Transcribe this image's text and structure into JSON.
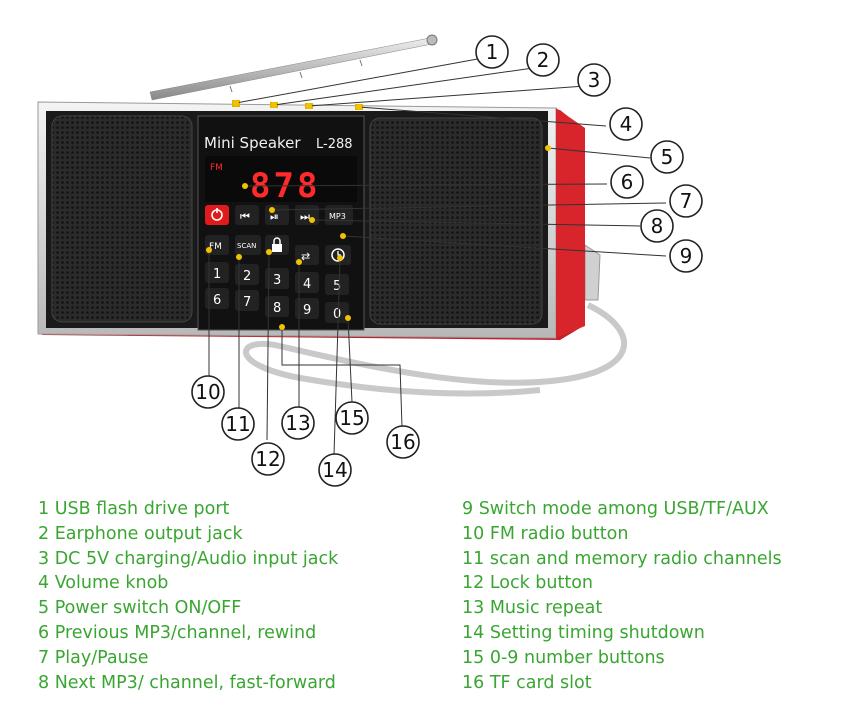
{
  "device": {
    "brand_label": "Mini Speaker",
    "model_label": "L-288",
    "mode_indicator": "FM",
    "display_digits": "878"
  },
  "buttons": {
    "fm": "FM",
    "scan": "SCAN",
    "mp3": "MP3",
    "digits": [
      "1",
      "2",
      "3",
      "4",
      "5",
      "6",
      "7",
      "8",
      "9",
      "0"
    ]
  },
  "callout_numbers": [
    "1",
    "2",
    "3",
    "4",
    "5",
    "6",
    "7",
    "8",
    "9",
    "10",
    "11",
    "12",
    "13",
    "14",
    "15",
    "16"
  ],
  "legend_left": [
    "1 USB flash drive port",
    "2 Earphone output jack",
    "3 DC 5V charging/Audio input jack",
    "4 Volume knob",
    "5 Power switch ON/OFF",
    "6  Previous MP3/channel, rewind",
    "7 Play/Pause",
    "8 Next MP3/ channel, fast-forward"
  ],
  "legend_right": [
    "9  Switch mode among USB/TF/AUX",
    "10  FM radio button",
    "11  scan and memory radio channels",
    "12  Lock button",
    "13  Music repeat",
    "14 Setting timing shutdown",
    "15  0-9 number buttons",
    "16  TF card slot"
  ],
  "colors": {
    "legend_text": "#3aa632",
    "body_red": "#d8252c",
    "display_red": "#ff2a2a",
    "callout_dot": "#f2c200"
  }
}
